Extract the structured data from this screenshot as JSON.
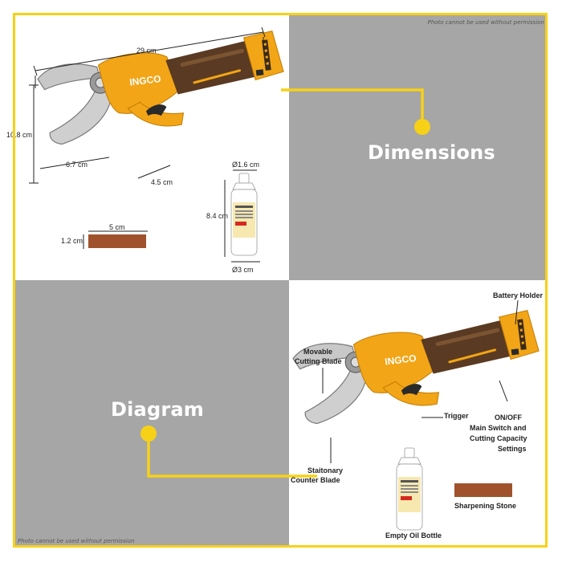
{
  "panels": {
    "dimensions_title": "Dimensions",
    "diagram_title": "Diagram"
  },
  "notices": {
    "top": "Photo cannot be used without permission",
    "bottom": "Photo cannot be used without permission"
  },
  "product": {
    "brand": "INGCO"
  },
  "measurements": {
    "total_length": "29 cm",
    "height": "10.8 cm",
    "blade_length": "6.7 cm",
    "handle_width": "4.5 cm",
    "stone_length": "5 cm",
    "stone_height": "1.2 cm",
    "bottle_cap_diameter": "Ø1.6 cm",
    "bottle_height": "8.4 cm",
    "bottle_diameter": "Ø3 cm"
  },
  "parts": {
    "battery_holder": "Battery Holder",
    "movable_blade_line1": "Movable",
    "movable_blade_line2": "Cutting Blade",
    "trigger": "Trigger",
    "switch_line1": "ON/OFF",
    "switch_line2": "Main Switch and",
    "switch_line3": "Cutting Capacity",
    "switch_line4": "Settings",
    "counter_blade_line1": "Staitonary",
    "counter_blade_line2": "Counter Blade",
    "sharpening_stone": "Sharpening Stone",
    "empty_oil_bottle": "Empty Oil Bottle"
  },
  "colors": {
    "accent_yellow": "#f7d117",
    "panel_gray": "#a6a6a6",
    "tool_orange": "#f2a516",
    "grip_brown": "#5a3a22",
    "stone_brown": "#a0522d",
    "blade_steel": "#c8c8c8"
  }
}
